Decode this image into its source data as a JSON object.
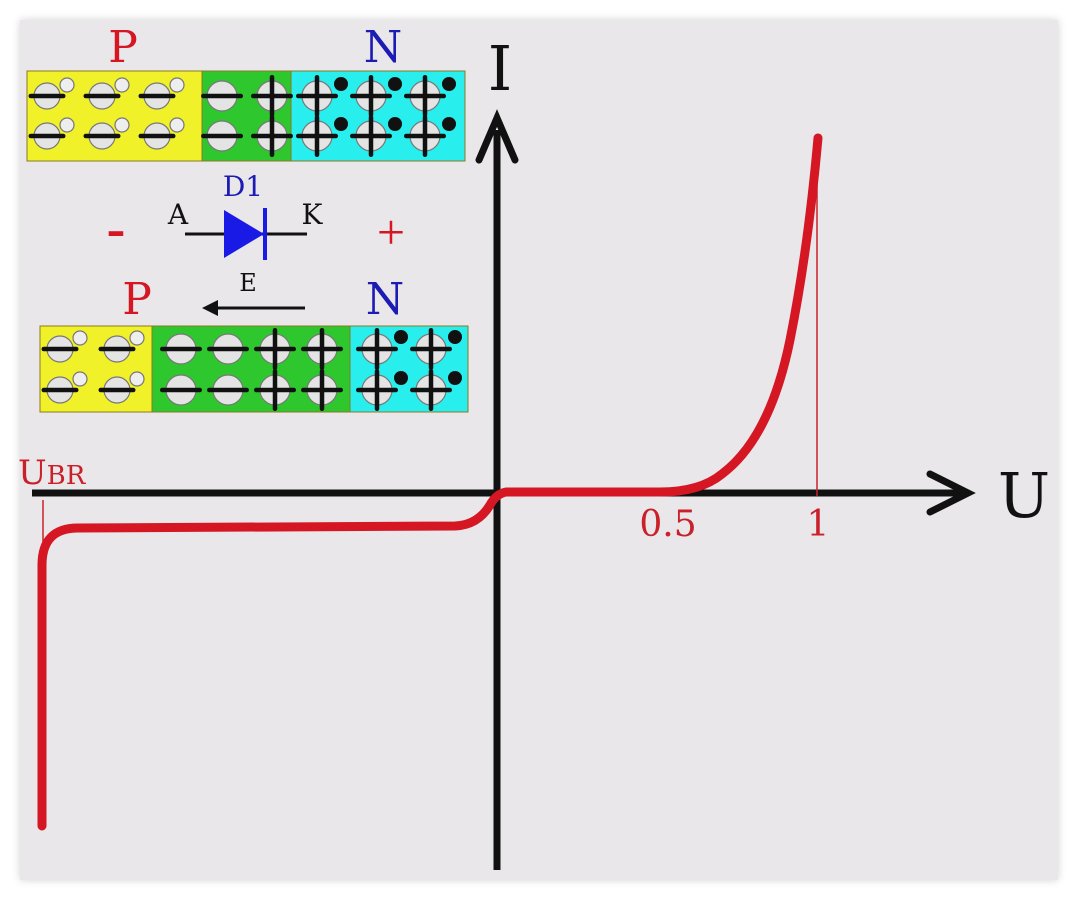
{
  "axes": {
    "y_label": "I",
    "x_label": "U",
    "ticks": [
      "0.5",
      "1"
    ],
    "breakdown_label_main": "U",
    "breakdown_label_sub": "BR"
  },
  "top_junction": {
    "p_label": "P",
    "n_label": "N",
    "rows": [
      {
        "p": [
          "−",
          "−",
          "−"
        ],
        "depletion": [
          "−",
          "+"
        ],
        "n": [
          "+",
          "+",
          "+"
        ]
      },
      {
        "p": [
          "−",
          "−",
          "−"
        ],
        "depletion": [
          "−",
          "+"
        ],
        "n": [
          "+",
          "+",
          "+"
        ]
      }
    ]
  },
  "diode_symbol": {
    "name": "D1",
    "anode": "A",
    "cathode": "K",
    "left_polarity": "-",
    "right_polarity": "+",
    "field_label": "E"
  },
  "bottom_junction": {
    "p_label": "P",
    "n_label": "N",
    "rows": [
      {
        "p": [
          "−",
          "−"
        ],
        "depletion": [
          "−",
          "−",
          "+",
          "+"
        ],
        "n": [
          "+",
          "+"
        ]
      },
      {
        "p": [
          "−",
          "−"
        ],
        "depletion": [
          "−",
          "−",
          "+",
          "+"
        ],
        "n": [
          "+",
          "+"
        ]
      }
    ]
  },
  "colors": {
    "p_region": "#f1f12a",
    "depletion_region": "#2ec72e",
    "n_region": "#29eeee",
    "curve": "#d51723",
    "p_label": "#d51723",
    "n_label": "#1c1cb4",
    "diode": "#1a1ae6",
    "axis": "#111111"
  }
}
